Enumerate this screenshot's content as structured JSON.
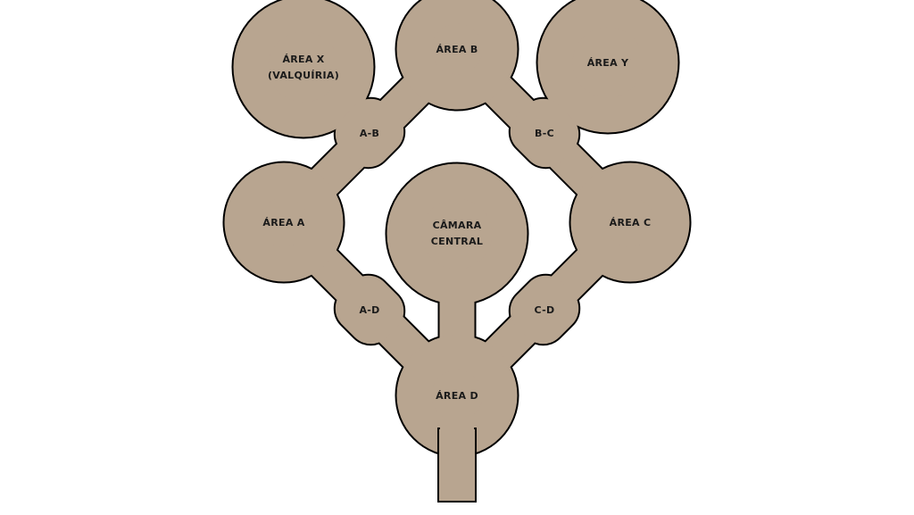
{
  "diagram": {
    "colors": {
      "fill": "#b8a590",
      "outline": "#000000",
      "text": "#1a1a1a",
      "background": "#ffffff"
    },
    "nodes": {
      "area_x": {
        "line1": "ÁREA X",
        "line2": "(VALQUÍRIA)"
      },
      "area_b": {
        "label": "ÁREA B"
      },
      "area_y": {
        "label": "ÁREA Y"
      },
      "area_a": {
        "label": "ÁREA A"
      },
      "camara_central": {
        "line1": "CÂMARA",
        "line2": "CENTRAL"
      },
      "area_c": {
        "label": "ÁREA C"
      },
      "area_d": {
        "label": "ÁREA D"
      }
    },
    "connectors": {
      "a_b": {
        "label": "A-B"
      },
      "b_c": {
        "label": "B-C"
      },
      "a_d": {
        "label": "A-D"
      },
      "c_d": {
        "label": "C-D"
      }
    }
  }
}
